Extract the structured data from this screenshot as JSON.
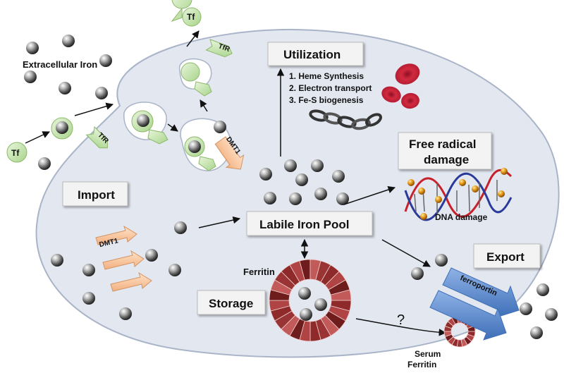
{
  "labels": {
    "extracellular_iron": "Extracellular Iron",
    "tf_top": "Tf",
    "tf_left": "Tf",
    "tfr_top": "TfR",
    "tfr_left": "TfR",
    "dmt1_endosome": "DMT1",
    "dmt1_membrane": "DMT1",
    "import": "Import",
    "utilization": "Utilization",
    "utilization_items": [
      "1.  Heme Synthesis",
      "2.  Electron transport",
      "3.  Fe-S biogenesis"
    ],
    "free_radical_line1": "Free radical",
    "free_radical_line2": "damage",
    "dna_damage": "DNA damage",
    "labile_iron_pool": "Labile Iron Pool",
    "ferritin": "Ferritin",
    "storage": "Storage",
    "export": "Export",
    "ferroportin": "ferroportin",
    "question": "?",
    "serum_ferritin_line1": "Serum",
    "serum_ferritin_line2": "Ferritin"
  },
  "colors": {
    "cell_fill": "#e2e7f0",
    "cell_stroke": "#a9b4c8",
    "tf_green": "#cfe7b8",
    "dmt1_orange": "#f6c9a3",
    "ferroportin_blue": "#5b86c8",
    "ferritin_red": "#8f2a2a",
    "rbc_red": "#c8213a",
    "dna_red": "#c8202a",
    "dna_blue": "#2a3a9a"
  }
}
